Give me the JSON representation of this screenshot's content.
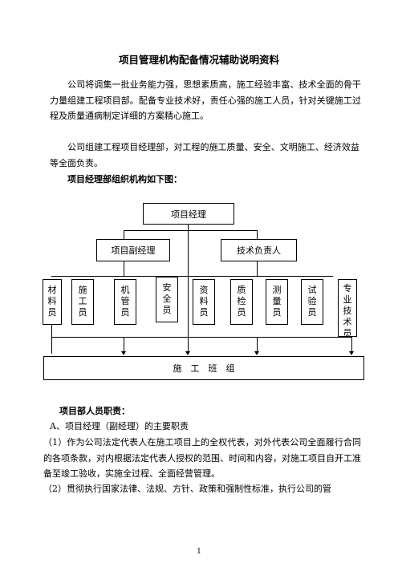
{
  "document": {
    "title": "项目管理机构配备情况辅助说明资料",
    "paragraphs": [
      "公司将调集一批业务能力强，思想素质高，施工经验丰富、技术全面的骨干力量组建工程项目部。配备专业技术好，责任心强的施工人员，针对关键施工过程及质量通病制定详细的方案精心施工。",
      "公司组建工程项目经理部，对工程的施工质量、安全、文明施工、经济效益等全面负责。"
    ],
    "org_heading": "项目经理部组织机构如下图：",
    "duties_heading": "项目部人员职责：",
    "duties_subheading": "A、项目经理（副经理）的主要职责",
    "duty_1": "（1）作为公司法定代表人在施工项目上的全权代表，对外代表公司全面履行合同的各项条款，对内根据法定代表人授权的范围、时间和内容，对施工项目自开工准备至竣工验收，实施全过程、全面经营管理。",
    "duty_2": "（2）贯彻执行国家法律、法规、方针、政策和强制性标准，执行公司的管",
    "page_number": "1"
  },
  "org_chart": {
    "top": "项目经理",
    "deputy": "项目副经理",
    "tech": "技术负责人",
    "staff": [
      "材料员",
      "施工员",
      "机管员",
      "安全员",
      "资料员",
      "质检员",
      "测量员",
      "试验员",
      "专业技术员"
    ],
    "bottom": "施　工　班　组"
  }
}
